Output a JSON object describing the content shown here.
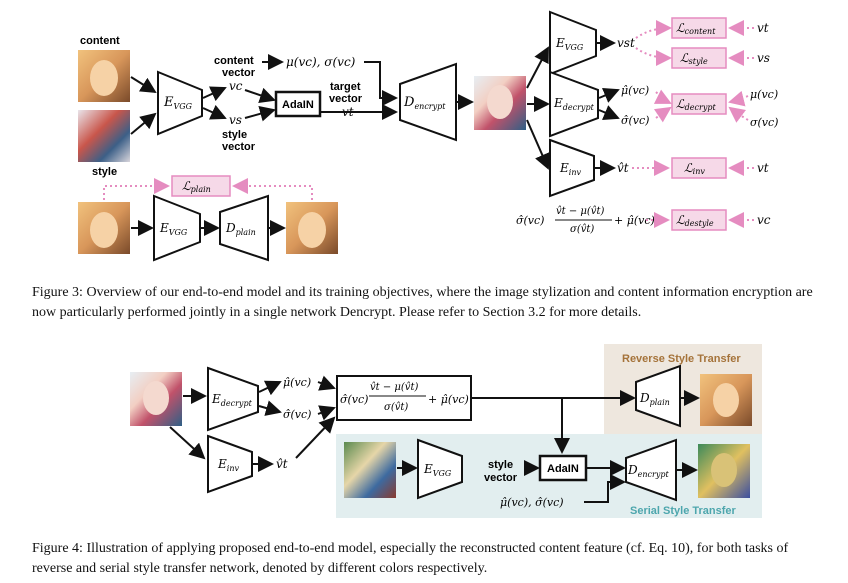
{
  "figure3": {
    "labels": {
      "content": "content",
      "style": "style",
      "content_vector_1": "content",
      "content_vector_2": "vector",
      "style_vector_1": "style",
      "style_vector_2": "vector",
      "target_vector_1": "target",
      "target_vector_2": "vector",
      "adain": "AdaIN",
      "e_vgg": "E",
      "e_vgg_sub": "VGG",
      "d_encrypt": "D",
      "d_encrypt_sub": "encrypt",
      "e_vgg2": "E",
      "e_vgg2_sub": "VGG",
      "e_decrypt": "E",
      "e_decrypt_sub": "decrypt",
      "e_inv": "E",
      "e_inv_sub": "inv",
      "d_plain": "D",
      "d_plain_sub": "plain",
      "mu_sigma_vc": "μ(vc), σ(vc)",
      "vc": "vc",
      "vs": "vs",
      "vt": "vt",
      "vst": "vst",
      "mu_hat_vc": "μ̂(vc)",
      "sigma_hat_vc": "σ̂(vc)",
      "vt_hat": "v̂t",
      "loss_content": "content",
      "loss_style": "style",
      "loss_decrypt": "decrypt",
      "loss_inv": "inv",
      "loss_destyle": "destyle",
      "loss_plain": "plain",
      "rhs_vt": "vt",
      "rhs_vs": "vs",
      "rhs_mu_vc": "μ(vc)",
      "rhs_sigma_vc": "σ(vc)",
      "rhs_vt2": "vt",
      "rhs_vc": "vc",
      "destyle_expr_left": "σ̂(vc)",
      "destyle_num": "v̂t − μ(v̂t)",
      "destyle_den": "σ(v̂t)",
      "destyle_expr_right": "+ μ̂(vc)"
    },
    "caption": "Figure 3: Overview of our end-to-end model and its training objectives, where the image stylization and content information encryption are now particularly performed jointly in a single network Dencrypt. Please refer to Section 3.2 for more details."
  },
  "figure4": {
    "labels": {
      "reverse_title": "Reverse Style Transfer",
      "serial_title": "Serial Style Transfer",
      "e_decrypt": "E",
      "e_decrypt_sub": "decrypt",
      "e_inv": "E",
      "e_inv_sub": "inv",
      "e_vgg": "E",
      "e_vgg_sub": "VGG",
      "d_plain": "D",
      "d_plain_sub": "plain",
      "d_encrypt": "D",
      "d_encrypt_sub": "encrypt",
      "adain": "AdaIN",
      "style_vector_1": "style",
      "style_vector_2": "vector",
      "mu_hat_vc": "μ̂(vc)",
      "sigma_hat_vc": "σ̂(vc)",
      "vt_hat": "v̂t",
      "box_left": "σ̂(vc)",
      "box_num": "v̂t − μ(v̂t)",
      "box_den": "σ(v̂t)",
      "box_right": "+ μ̂(vc)",
      "bottom_input": "μ̂(vc), σ̂(vc)"
    },
    "caption": "Figure 4: Illustration of applying proposed end-to-end model, especially the reconstructed content feature (cf. Eq. 10), for both tasks of reverse and serial style transfer network, denoted by different colors respectively."
  },
  "colors": {
    "loss_fill": "#f6d9e8",
    "loss_stroke": "#e58cc0",
    "dotted_pink": "#e58cc0",
    "reverse_bg": "#eee7de",
    "reverse_title": "#a5733a",
    "serial_bg": "#e2eeef",
    "serial_title": "#4da6ad"
  }
}
